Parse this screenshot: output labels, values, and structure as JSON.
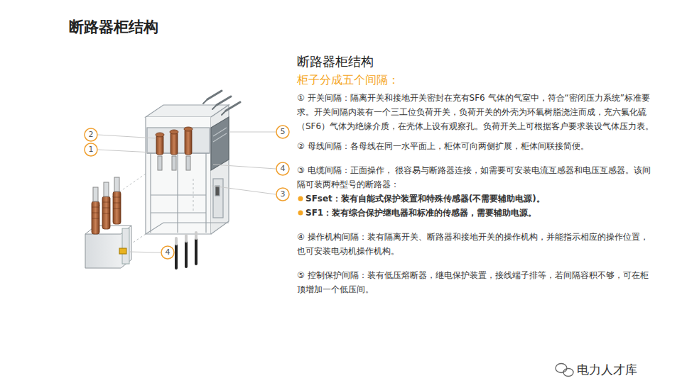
{
  "diagram": {
    "title": "断路器柜结构",
    "labels": [
      "断路器柜结构",
      "柜子分成五个间隔：",
      "① 开关间隔：隔离开关和接地开关密封在充有SF6 气体的气室中，符合“密闭压力系统”标准要求。开关间隔内装有一个三工位负荷开关，负荷开关的外壳为环氧树脂浇注而成，充六氟化硫（SF6）气体为绝缘介质，在壳体上设有观察孔。负荷开关上可根据客户要求装设气体压力表。",
      "② 母线间隔：各母线在同一水平面上，柜体可向两侧扩展，柜体间联接简便。",
      "③ 电缆间隔：正面操作， 很容易与断路器连接，如需要可安装电流互感器和电压互感器。该间隔可装两种型号的断路器：",
      "SFset：装有自能式保护装置和特殊传感器(不需要辅助电源)。",
      "SF1：装有综合保护继电器和标准的传感器，需要辅助电源。",
      "④ 操作机构间隔：装有隔离开关、断路器和接地开关的操作机构，并能指示相应的操作位置，也可安装电动机操作机构。",
      "⑤ 控制保护间隔：装有低压熔断器，继电保护装置，接线端子排等，若间隔容积不够，可在柜顶增加一个低压间。",
      "2",
      "1",
      "5",
      "4",
      "3",
      "4",
      "电力人才库"
    ]
  }
}
